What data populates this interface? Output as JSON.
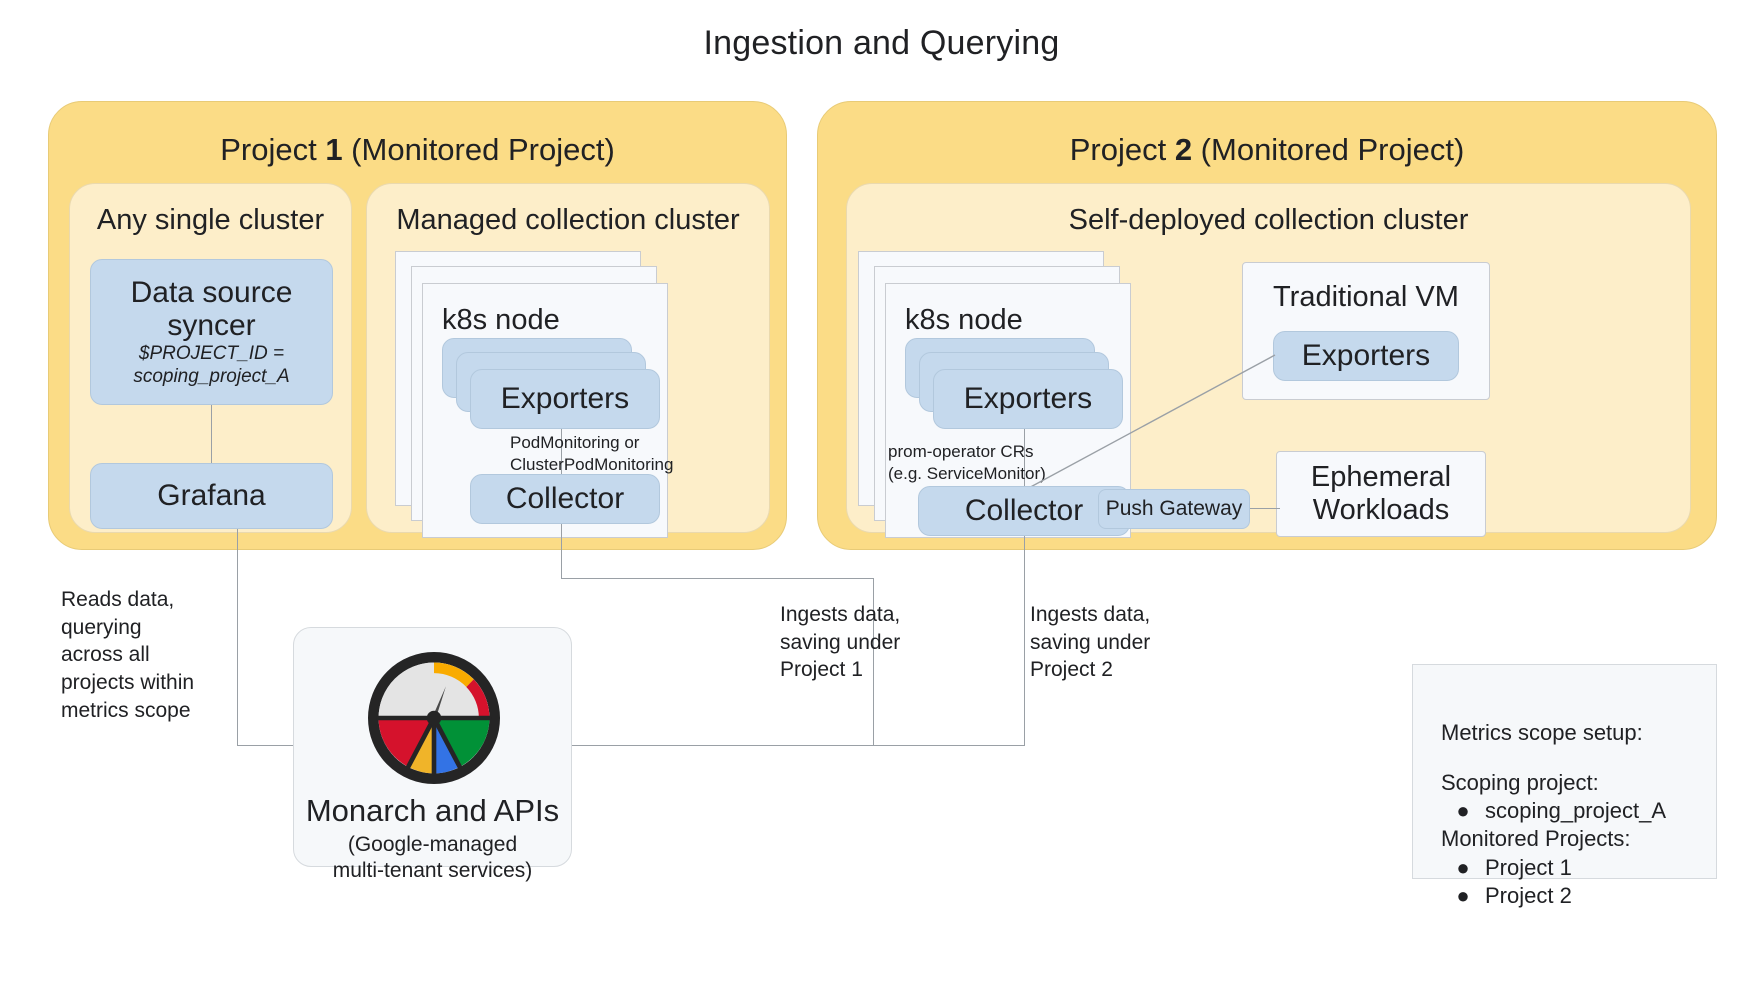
{
  "title": "Ingestion and Querying",
  "projects": [
    {
      "title_prefix": "Project ",
      "title_number": "1",
      "title_suffix": " (Monitored Project)",
      "clusters": [
        {
          "name": "Any single cluster",
          "nodes": [
            {
              "label": "Data source\nsyncer",
              "sub": "$PROJECT_ID =\nscoping_project_A"
            },
            {
              "label": "Grafana",
              "sub": ""
            }
          ]
        },
        {
          "name": "Managed collection cluster",
          "card_title": "k8s node",
          "stack_label": "Exporters",
          "connector_label": "PodMonitoring or\nClusterPodMonitoring",
          "collector_label": "Collector"
        }
      ]
    },
    {
      "title_prefix": "Project ",
      "title_number": "2",
      "title_suffix": " (Monitored Project)",
      "clusters": [
        {
          "name": "Self-deployed collection cluster",
          "card_title": "k8s node",
          "stack_label": "Exporters",
          "connector_label": "prom-operator CRs\n(e.g. ServiceMonitor)",
          "collector_label": "Collector",
          "push_gateway_label": "Push Gateway",
          "vm_title": "Traditional VM",
          "vm_node_label": "Exporters",
          "ephemeral_label": "Ephemeral\nWorkloads"
        }
      ]
    }
  ],
  "annotations": {
    "reads": "Reads data,\nquerying\nacross all\nprojects within\nmetrics scope",
    "ingest_p1": "Ingests data,\nsaving under\nProject 1",
    "ingest_p2": "Ingests data,\nsaving under\nProject 2"
  },
  "monarch": {
    "title": "Monarch and APIs",
    "subtitle": "(Google-managed\nmulti-tenant services)",
    "logo_icon": "monarch-gauge-icon",
    "logo_colors": {
      "ring": "#252525",
      "dial": "#e4e4e4",
      "arc_yellow": "#f9ab00",
      "arc_red": "#d5122c",
      "slice_red": "#d5122c",
      "slice_yellow": "#f0b429",
      "slice_blue": "#3373e5",
      "slice_green": "#019137"
    }
  },
  "legend": {
    "heading": "Metrics scope setup:",
    "scoping_heading": "Scoping project:",
    "scoping_items": [
      "scoping_project_A"
    ],
    "monitored_heading": "Monitored Projects:",
    "monitored_items": [
      "Project 1",
      "Project 2"
    ],
    "bullet": "●"
  },
  "colors": {
    "project_fill": "#fbdc86",
    "cluster_fill": "#fdeec9",
    "node_fill": "#c5d9ed",
    "card_fill": "#f7f9fc",
    "line": "#9aa0a6"
  }
}
